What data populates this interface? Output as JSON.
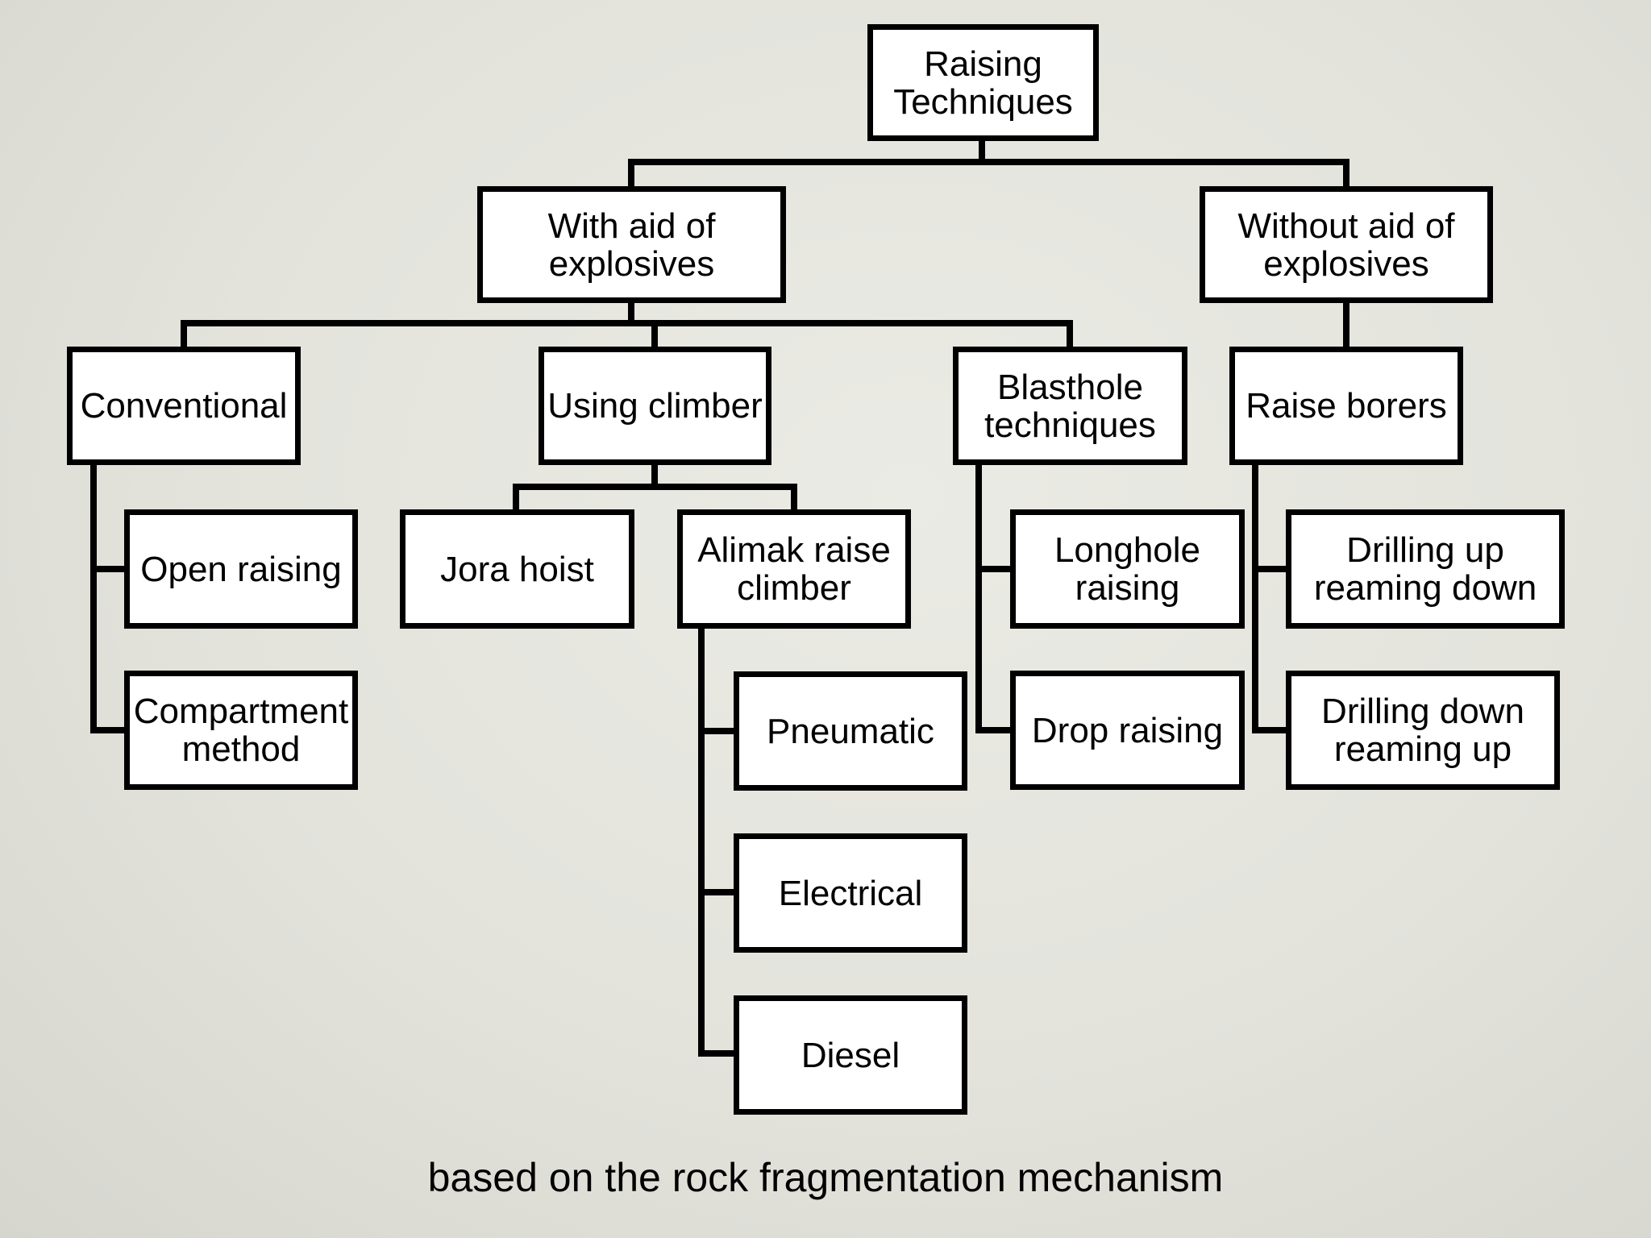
{
  "nodes": {
    "root": "Raising\nTechniques",
    "with_explosives": "With aid of\nexplosives",
    "without_explosives": "Without aid of\nexplosives",
    "conventional": "Conventional",
    "using_climber": "Using climber",
    "blasthole": "Blasthole\ntechniques",
    "raise_borers": "Raise borers",
    "open_raising": "Open raising",
    "compartment": "Compartment\nmethod",
    "jora_hoist": "Jora hoist",
    "alimak": "Alimak raise\nclimber",
    "pneumatic": "Pneumatic",
    "electrical": "Electrical",
    "diesel": "Diesel",
    "longhole": "Longhole\nraising",
    "drop_raising": "Drop raising",
    "drill_up": "Drilling up\nreaming down",
    "drill_down": "Drilling down\nreaming up"
  },
  "caption": "based on the rock fragmentation mechanism"
}
